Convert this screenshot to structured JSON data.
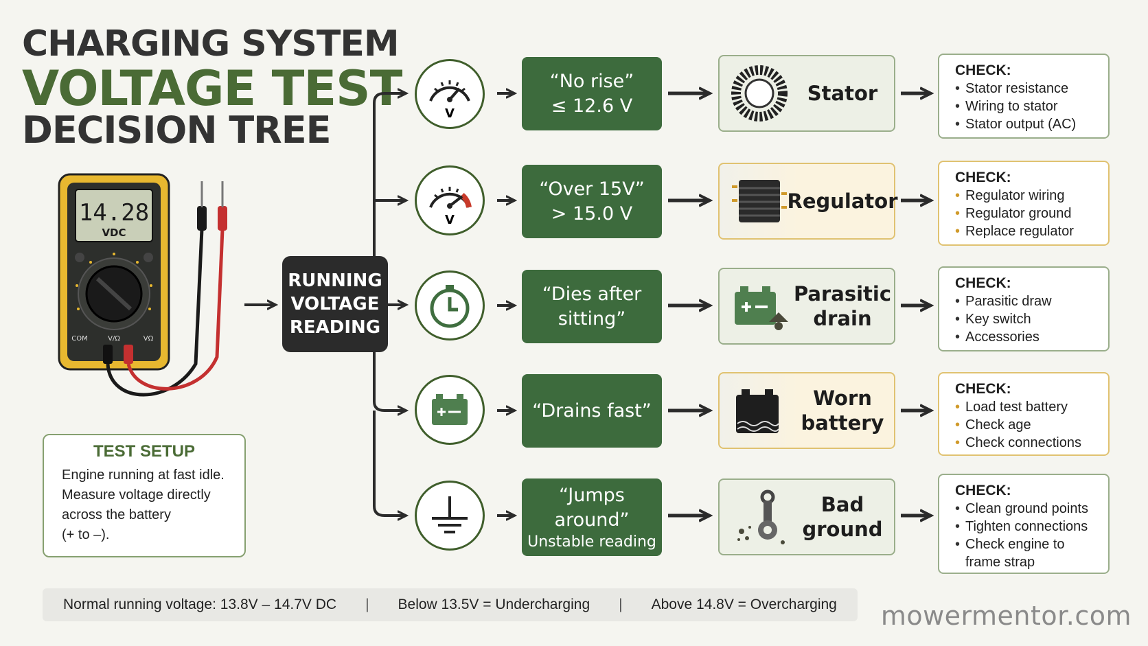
{
  "title": {
    "line1": "CHARGING SYSTEM",
    "line2": "VOLTAGE TEST",
    "line3": "DECISION TREE"
  },
  "meter": {
    "reading": "14.28",
    "unit": "VDC",
    "ports": [
      "COM",
      "V/Ω",
      "VΩ"
    ]
  },
  "setup": {
    "heading": "TEST SETUP",
    "lines": [
      "Engine running at fast idle.",
      "Measure voltage directly",
      "across the battery",
      "(+ to –)."
    ]
  },
  "hub": {
    "lines": [
      "RUNNING",
      "VOLTAGE",
      "READING"
    ]
  },
  "branches": [
    {
      "icon": "voltmeter-icon",
      "symptom": [
        "“No rise”",
        "≤ 12.6 V"
      ],
      "cause": [
        "Stator"
      ],
      "cause_icon": "stator-icon",
      "check_title": "CHECK:",
      "checks": [
        "Stator resistance",
        "Wiring to stator",
        "Stator output (AC)"
      ],
      "accent": "green"
    },
    {
      "icon": "voltmeter-high-icon",
      "symptom": [
        "“Over 15V”",
        "> 15.0 V"
      ],
      "cause": [
        "Regulator"
      ],
      "cause_icon": "regulator-icon",
      "check_title": "CHECK:",
      "checks": [
        "Regulator wiring",
        "Regulator ground",
        "Replace regulator"
      ],
      "accent": "amber"
    },
    {
      "icon": "stopwatch-icon",
      "symptom": [
        "“Dies after",
        "sitting”"
      ],
      "cause": [
        "Parasitic",
        "drain"
      ],
      "cause_icon": "battery-drain-icon",
      "check_title": "CHECK:",
      "checks": [
        "Parasitic draw",
        "Key switch",
        "Accessories"
      ],
      "accent": "green"
    },
    {
      "icon": "battery-icon",
      "symptom": [
        "“Drains fast”"
      ],
      "cause": [
        "Worn",
        "battery"
      ],
      "cause_icon": "worn-battery-icon",
      "check_title": "CHECK:",
      "checks": [
        "Load test battery",
        "Check age",
        "Check connections"
      ],
      "accent": "amber"
    },
    {
      "icon": "ground-icon",
      "symptom": [
        "“Jumps",
        "around”"
      ],
      "symptom_sub": "Unstable reading",
      "cause": [
        "Bad",
        "ground"
      ],
      "cause_icon": "ground-terminal-icon",
      "check_title": "CHECK:",
      "checks": [
        "Clean ground points",
        "Tighten connections",
        "Check engine to frame strap"
      ],
      "accent": "green"
    }
  ],
  "footer": {
    "normal": "Normal running voltage: 13.8V – 14.7V DC",
    "sep": "|",
    "under": "Below 13.5V = Undercharging",
    "over": "Above 14.8V = Overcharging"
  },
  "brand": "mowermentor.com",
  "colors": {
    "dark_green": "#3d6b3d",
    "title_green": "#4a6b35",
    "hub": "#2b2b2b",
    "amber": "#e0c271",
    "probe_red": "#d23a3a",
    "meter_yellow": "#e8b830"
  }
}
